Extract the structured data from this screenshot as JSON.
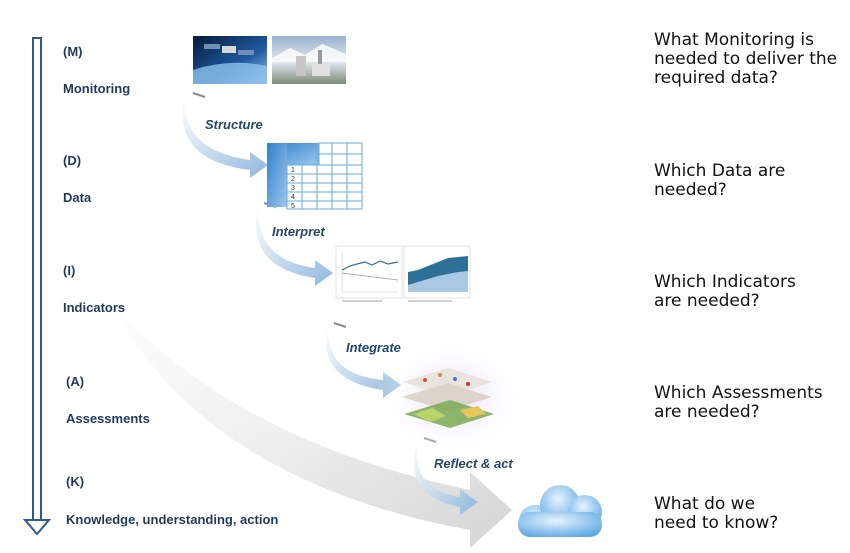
{
  "stages": [
    {
      "code": "(M)",
      "label": "Monitoring"
    },
    {
      "code": "(D)",
      "label": "Data"
    },
    {
      "code": "(I)",
      "label": "Indicators"
    },
    {
      "code": "(A)",
      "label": "Assessments"
    },
    {
      "code": "(K)",
      "label": "Knowledge, understanding, action"
    }
  ],
  "steps": [
    "Structure",
    "Interpret",
    "Integrate",
    "Reflect & act"
  ],
  "questions": [
    {
      "lines": [
        "What Monitoring is",
        "needed to deliver the",
        "required data?"
      ]
    },
    {
      "lines": [
        "Which Data are",
        "needed?"
      ]
    },
    {
      "lines": [
        "Which Indicators",
        "are needed?"
      ]
    },
    {
      "lines": [
        "Which Assessments",
        "are needed?"
      ]
    },
    {
      "lines": [
        "What do we",
        "need to know?"
      ]
    }
  ],
  "table_rows": [
    "1",
    "2",
    "3",
    "4",
    "5"
  ],
  "colors": {
    "label": "#1f3b5c",
    "arrow": "#2e5a8a",
    "curve_arrow": "#a9c8e4",
    "table": "#6aa9dd",
    "cloud": "#9cc9ee"
  }
}
